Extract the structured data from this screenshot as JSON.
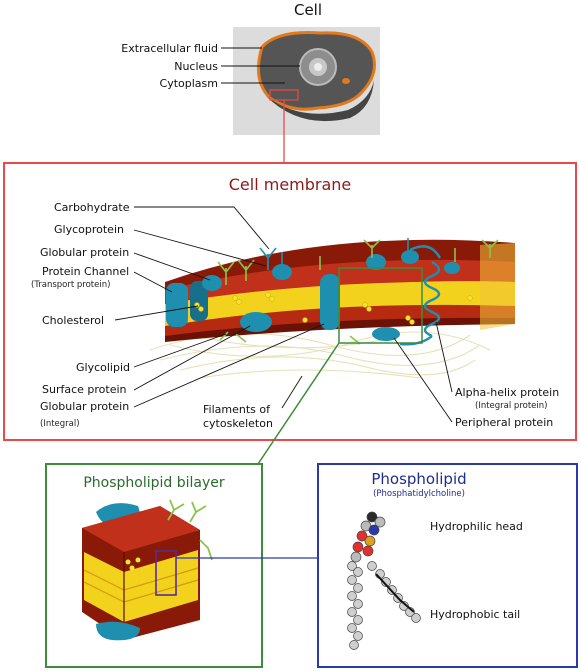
{
  "cell": {
    "title": "Cell",
    "labels": [
      "Extracellular fluid",
      "Nucleus",
      "Cytoplasm"
    ]
  },
  "membrane": {
    "title": "Cell membrane",
    "labels_left": [
      {
        "text": "Carbohydrate",
        "sub": ""
      },
      {
        "text": "Glycoprotein",
        "sub": ""
      },
      {
        "text": "Globular protein",
        "sub": ""
      },
      {
        "text": "Protein Channel",
        "sub": "(Transport protein)"
      },
      {
        "text": "Cholesterol",
        "sub": ""
      },
      {
        "text": "Glycolipid",
        "sub": ""
      },
      {
        "text": "Surface protein",
        "sub": ""
      },
      {
        "text": "Globular protein",
        "sub": "(Integral)"
      }
    ],
    "filaments": [
      "Filaments of",
      "cytoskeleton"
    ],
    "alpha_helix": {
      "text": "Alpha-helix protein",
      "sub": "(Integral protein)"
    },
    "peripheral": "Peripheral protein"
  },
  "bilayer": {
    "title": "Phospholipid bilayer"
  },
  "phospholipid": {
    "title": "Phospholipid",
    "subtitle": "(Phosphatidylcholine)",
    "head_label": "Hydrophilic head",
    "tail_label": "Hydrophobic tail"
  },
  "colors": {
    "membrane_box": "#e84a4a",
    "membrane_title": "#8b1a1a",
    "bilayer_box": "#3c8c3c",
    "bilayer_title": "#2b6b2b",
    "phospholipid_box": "#2a3aa8",
    "phospholipid_title": "#1f2c8f",
    "protein": "#1f8fb0",
    "lipid_head": "#b52a10",
    "lipid_tail": "#f2d21c",
    "cell_bg": "#d9d9d9",
    "cell_membrane": "#e07a1a"
  }
}
